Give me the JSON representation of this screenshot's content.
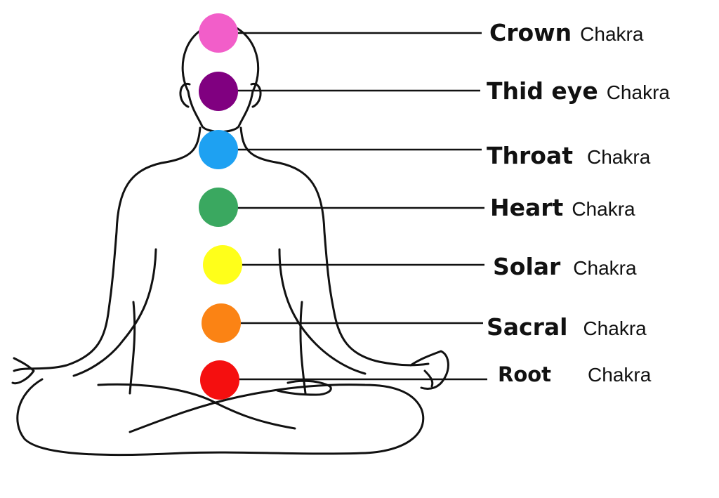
{
  "chakras": [
    {
      "name": "Crown",
      "suffix": "Chakra",
      "color": "#f25ec9"
    },
    {
      "name": "Thid eye",
      "suffix": "Chakra",
      "color": "#800080"
    },
    {
      "name": "Throat",
      "suffix": "Chakra",
      "color": "#1ea1f2"
    },
    {
      "name": "Heart",
      "suffix": "Chakra",
      "color": "#3aa860"
    },
    {
      "name": "Solar",
      "suffix": "Chakra",
      "color": "#ffff1a"
    },
    {
      "name": "Sacral",
      "suffix": "Chakra",
      "color": "#fb8314"
    },
    {
      "name": "Root",
      "suffix": "Chakra",
      "color": "#f50f0f"
    }
  ]
}
